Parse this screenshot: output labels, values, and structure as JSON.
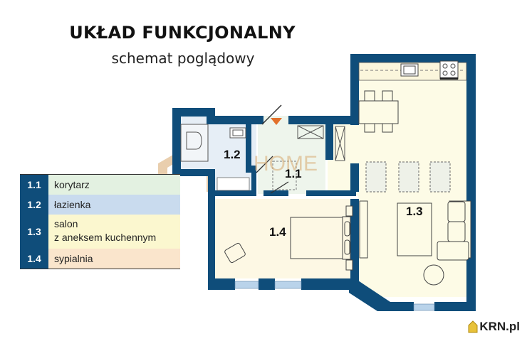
{
  "header": {
    "title": "UKŁAD FUNKCJONALNY",
    "subtitle": "schemat poglądowy"
  },
  "legend": [
    {
      "num": "1.1",
      "label": "korytarz",
      "color": "#e3f1e1"
    },
    {
      "num": "1.2",
      "label": "łazienka",
      "color": "#c9dbee"
    },
    {
      "num": "1.3",
      "label": "salon\nz aneksem kuchennym",
      "line1": "salon",
      "line2": "z aneksem kuchennym",
      "color": "#fbf7cf"
    },
    {
      "num": "1.4",
      "label": "sypialnia",
      "color": "#fae5cc"
    }
  ],
  "rooms": {
    "r11": "1.1",
    "r12": "1.2",
    "r13": "1.3",
    "r14": "1.4"
  },
  "watermark": {
    "text": "HOME"
  },
  "colors": {
    "wall": "#0f4d7a",
    "living": "#fdfbe6",
    "bedroom": "#fdf8e4",
    "bathroom": "#e6eef6",
    "corridor": "#eef5ec",
    "window": "#b9d3ea",
    "entry_marker": "#e2702a"
  },
  "footer": {
    "brand": "KRN.pl"
  }
}
